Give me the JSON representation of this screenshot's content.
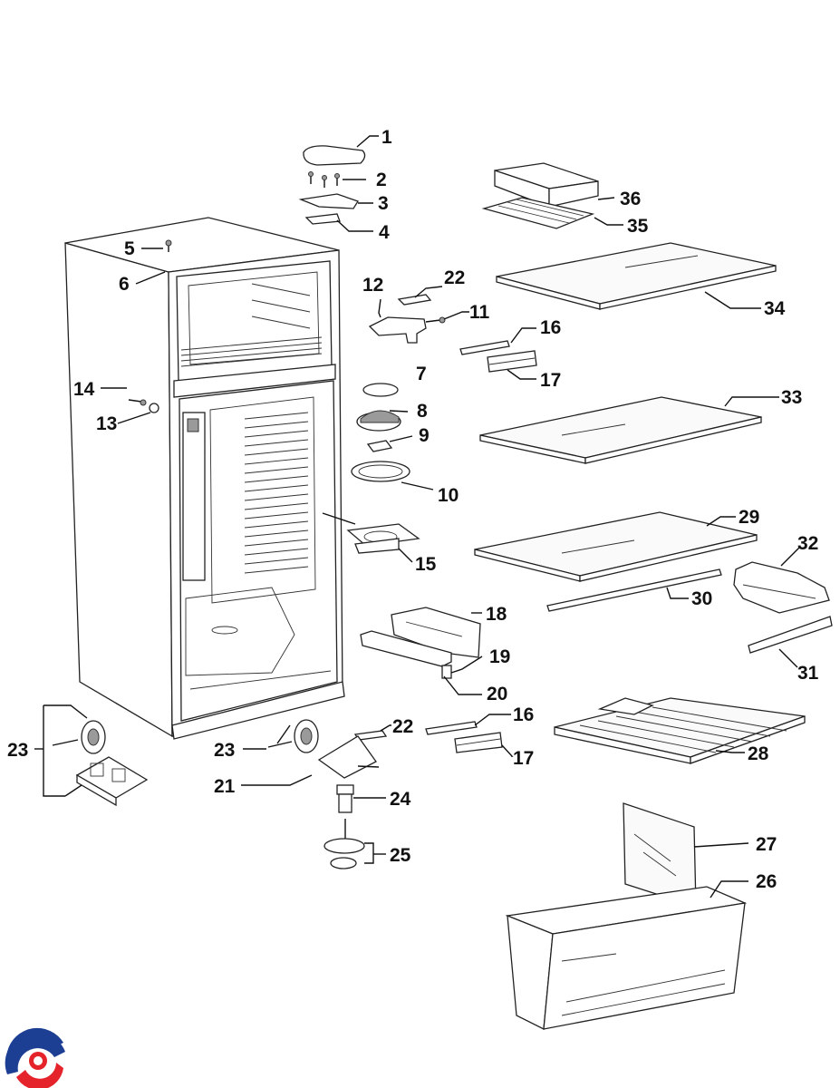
{
  "diagram": {
    "labels": [
      "1",
      "2",
      "3",
      "4",
      "5",
      "6",
      "7",
      "8",
      "9",
      "10",
      "11",
      "12",
      "13",
      "14",
      "15",
      "16",
      "16",
      "17",
      "17",
      "18",
      "19",
      "20",
      "21",
      "22",
      "22",
      "23",
      "23",
      "24",
      "25",
      "26",
      "27",
      "28",
      "29",
      "30",
      "31",
      "32",
      "33",
      "34",
      "35",
      "36"
    ]
  },
  "logo": {
    "colors": [
      "#1c3f94",
      "#e4232a"
    ]
  }
}
